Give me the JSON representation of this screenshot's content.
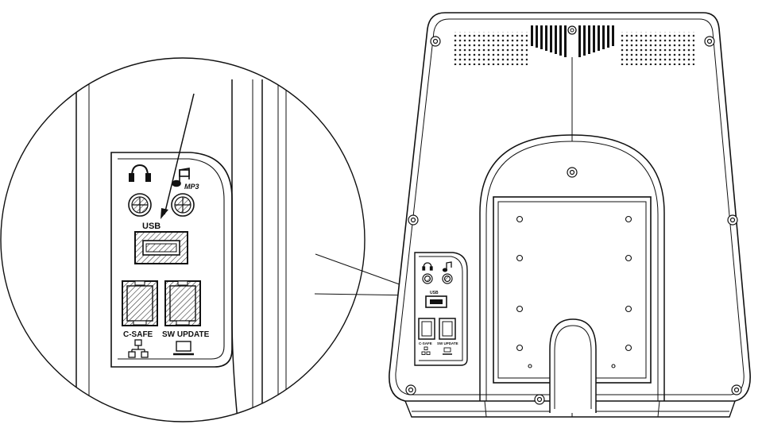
{
  "callout": {
    "labels": {
      "usb": "USB",
      "c_safe": "C-SAFE",
      "sw_update": "SW UPDATE",
      "mp3": "MP3"
    }
  },
  "device": {
    "labels": {
      "usb": "USB",
      "c_safe": "C-SAFE",
      "sw_update": "SW UPDATE"
    }
  },
  "icons": [
    "headphone-icon",
    "music-note-icon",
    "usb-port",
    "network-icon",
    "monitor-icon"
  ],
  "colors": {
    "line": "#111111",
    "background": "#ffffff"
  }
}
